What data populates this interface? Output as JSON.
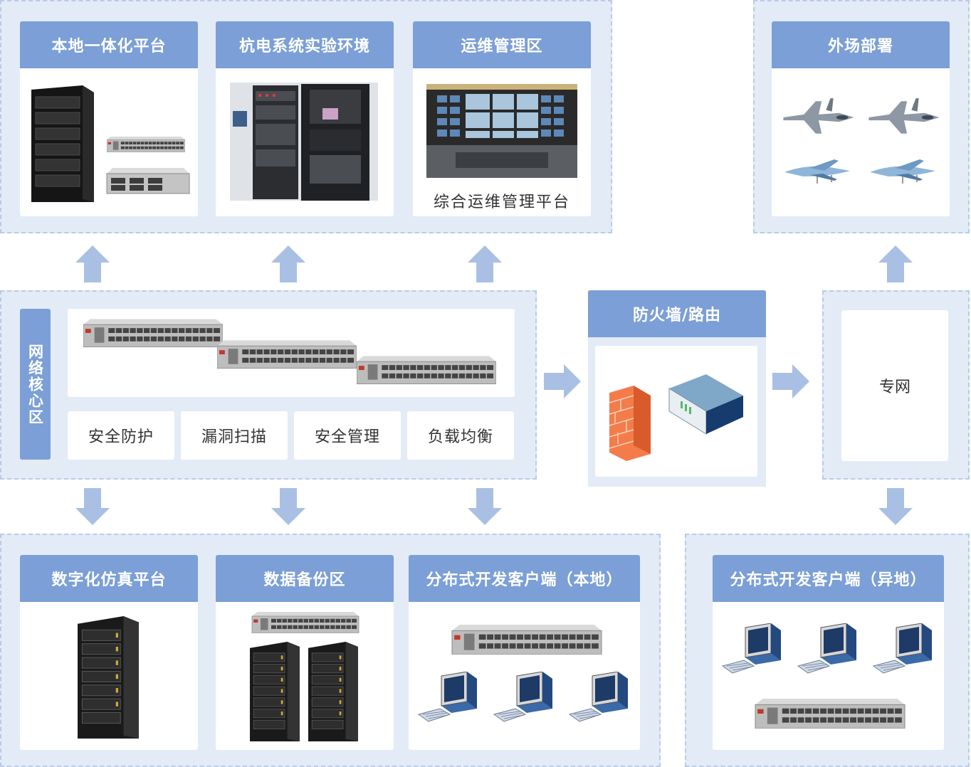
{
  "colors": {
    "zone_bg": "#e3ebf7",
    "zone_border": "#b9cbe6",
    "header": "#7b9fd6",
    "arrow": "#a9c0e4"
  },
  "top_zone": {
    "local_platform": {
      "title": "本地一体化平台"
    },
    "lab_env": {
      "title": "杭电系统实验环境"
    },
    "ops_zone": {
      "title": "运维管理区",
      "caption": "综合运维管理平台"
    }
  },
  "field_zone": {
    "title": "外场部署"
  },
  "core_zone": {
    "label": "网络核心区",
    "features": [
      "安全防护",
      "漏洞扫描",
      "安全管理",
      "负载均衡"
    ]
  },
  "firewall": {
    "title": "防火墙/路由",
    "icons": [
      "firewall-icon",
      "router-icon"
    ]
  },
  "private_net": {
    "label": "专网"
  },
  "bottom_zone": {
    "sim_platform": {
      "title": "数字化仿真平台"
    },
    "backup": {
      "title": "数据备份区"
    },
    "client_local": {
      "title": "分布式开发客户端（本地）"
    }
  },
  "remote_zone": {
    "client_remote": {
      "title": "分布式开发客户端（异地）"
    }
  }
}
